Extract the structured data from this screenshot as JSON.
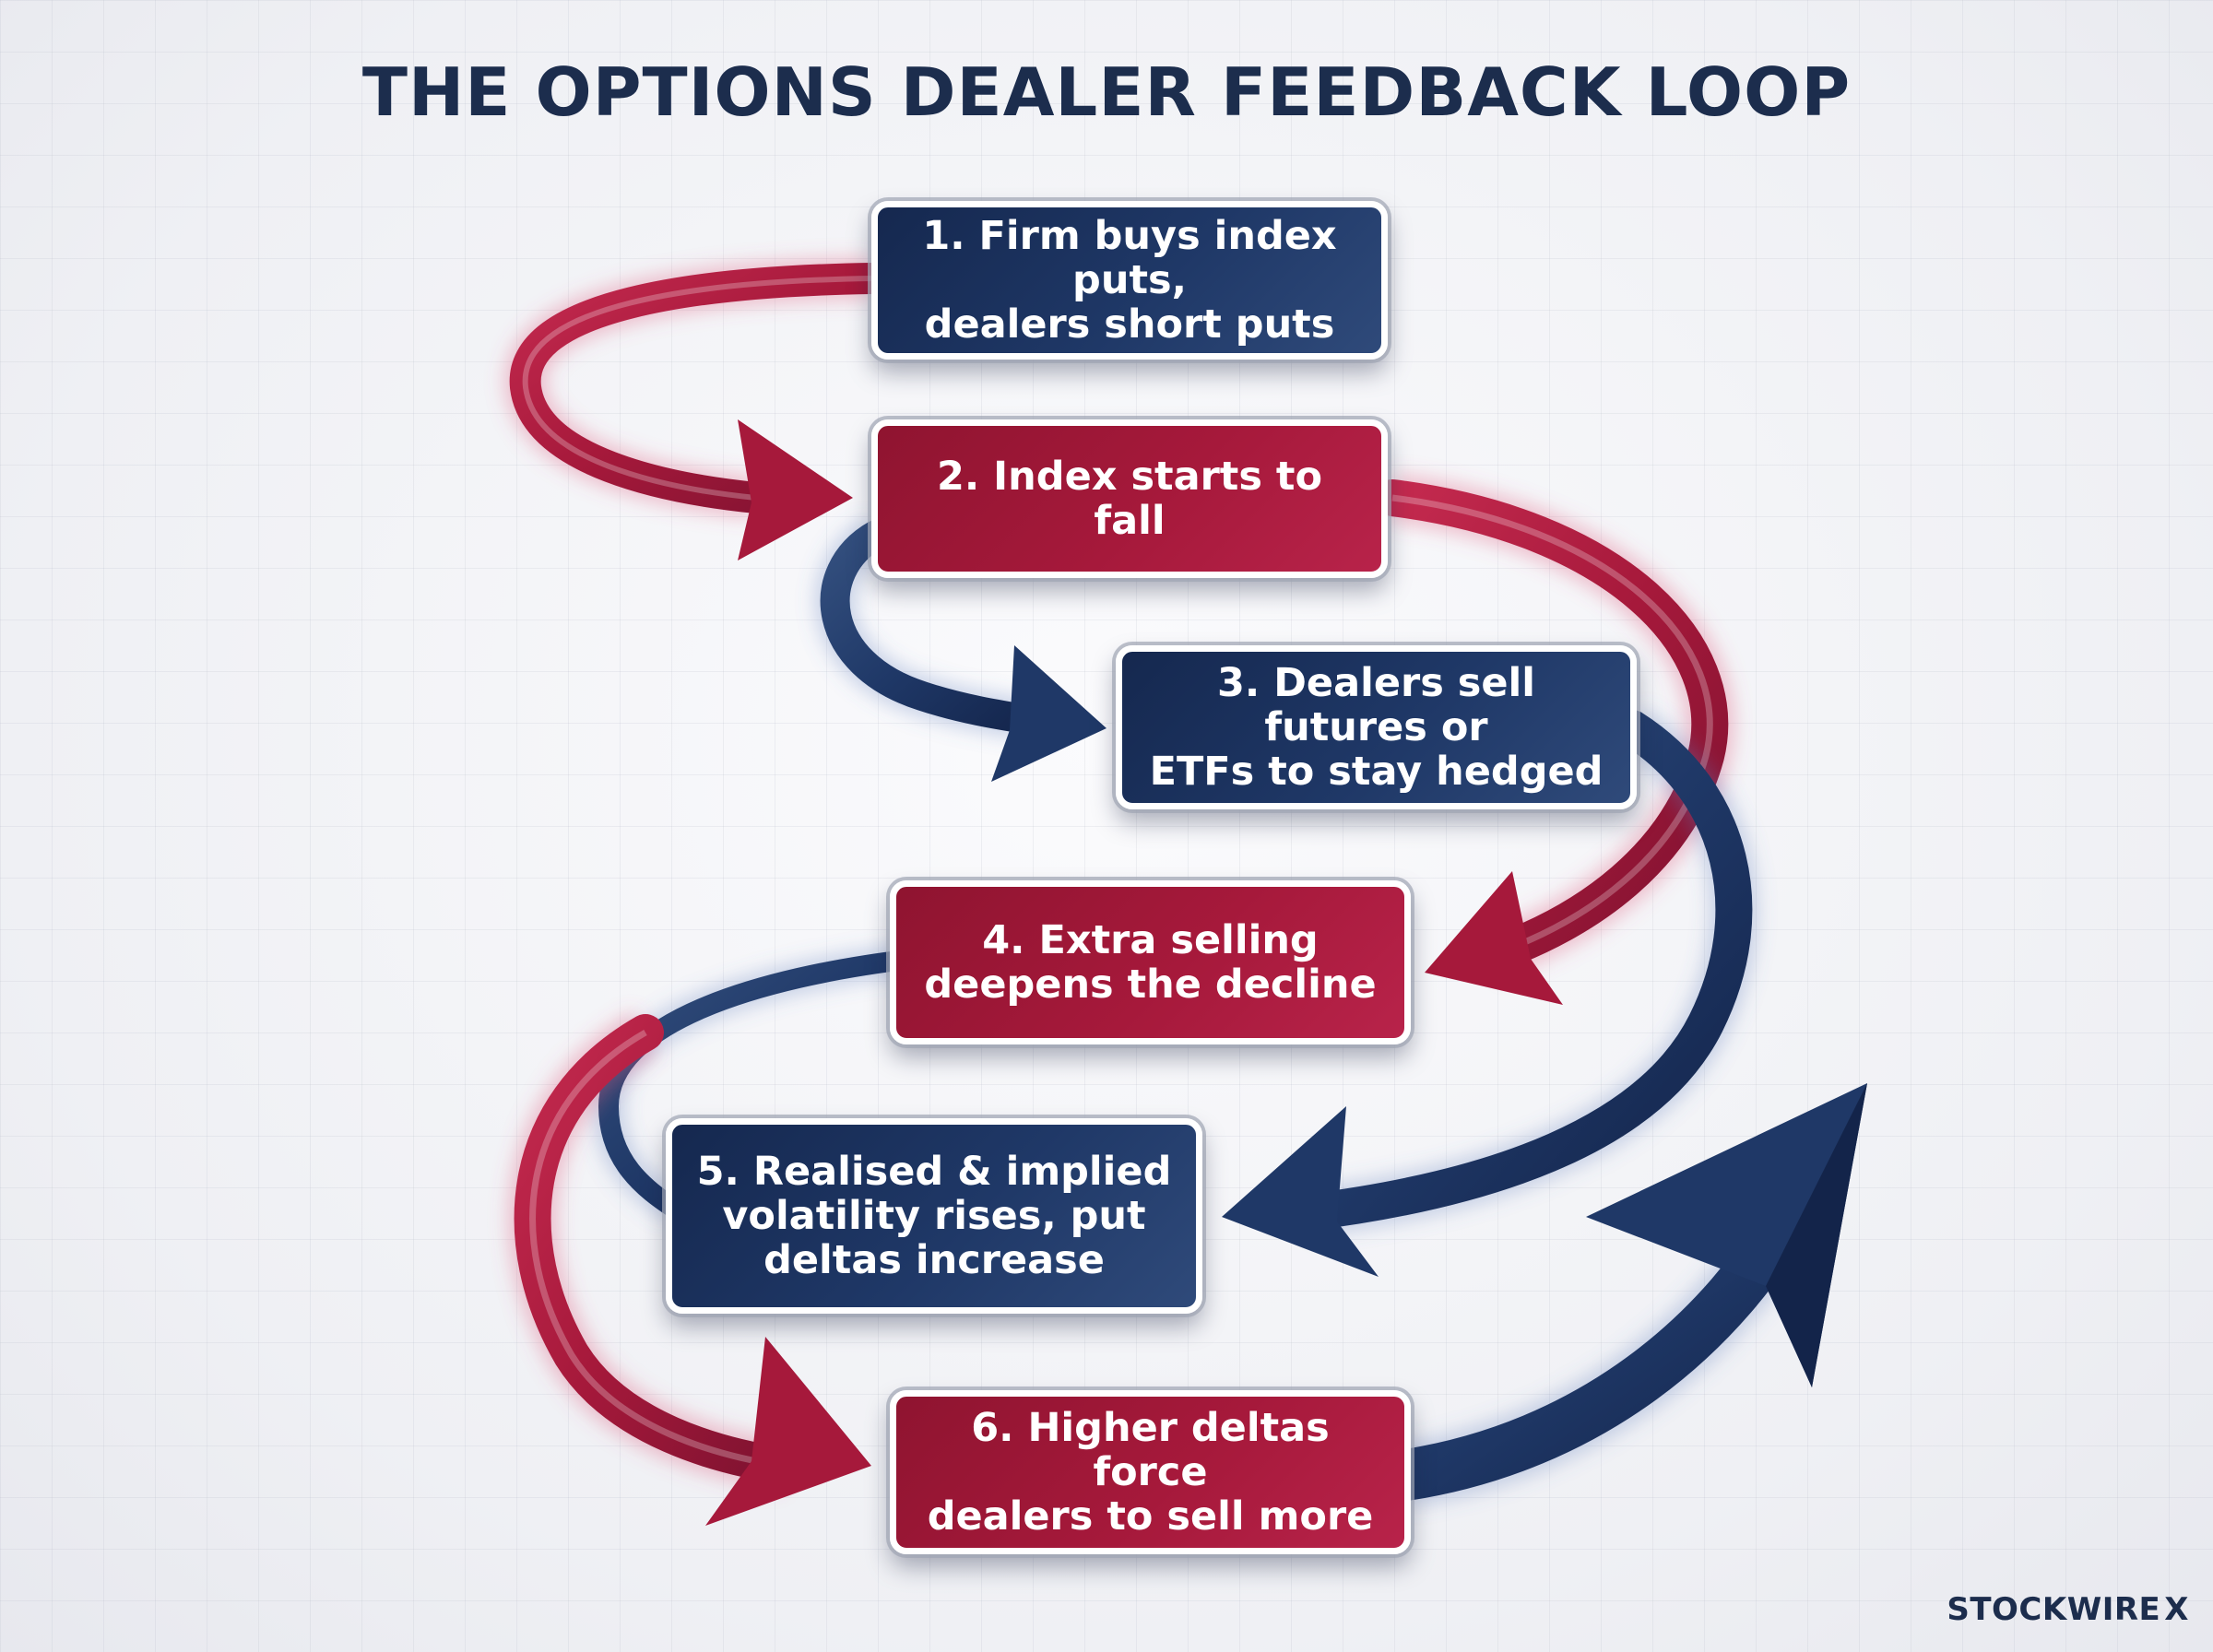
{
  "title": "THE OPTIONS DEALER FEEDBACK LOOP",
  "steps": [
    {
      "id": 1,
      "lines": [
        "1. Firm buys index puts,",
        "dealers short puts"
      ],
      "color": "navy"
    },
    {
      "id": 2,
      "lines": [
        "2. Index starts to fall"
      ],
      "color": "red"
    },
    {
      "id": 3,
      "lines": [
        "3. Dealers sell futures or",
        "ETFs to stay hedged"
      ],
      "color": "navy"
    },
    {
      "id": 4,
      "lines": [
        "4. Extra selling",
        "deepens the decline"
      ],
      "color": "red"
    },
    {
      "id": 5,
      "lines": [
        "5. Realised & implied",
        "volatility rises, put",
        "deltas increase"
      ],
      "color": "navy"
    },
    {
      "id": 6,
      "lines": [
        "6. Higher deltas force",
        "dealers to sell more"
      ],
      "color": "red"
    }
  ],
  "connections": [
    {
      "from": 1,
      "to": 2,
      "color": "red"
    },
    {
      "from": 2,
      "to": 3,
      "color": "navy"
    },
    {
      "from": 2,
      "to": 4,
      "color": "red"
    },
    {
      "from": 3,
      "to": 5,
      "color": "navy"
    },
    {
      "from": 4,
      "to": 6,
      "color": "red"
    },
    {
      "from": 6,
      "to": "loop",
      "color": "navy"
    }
  ],
  "colors": {
    "navy": "#1f3867",
    "red": "#a6193b",
    "title": "#1c2d4d"
  },
  "brand": {
    "name": "STOCKWIRE",
    "mark": "X"
  }
}
